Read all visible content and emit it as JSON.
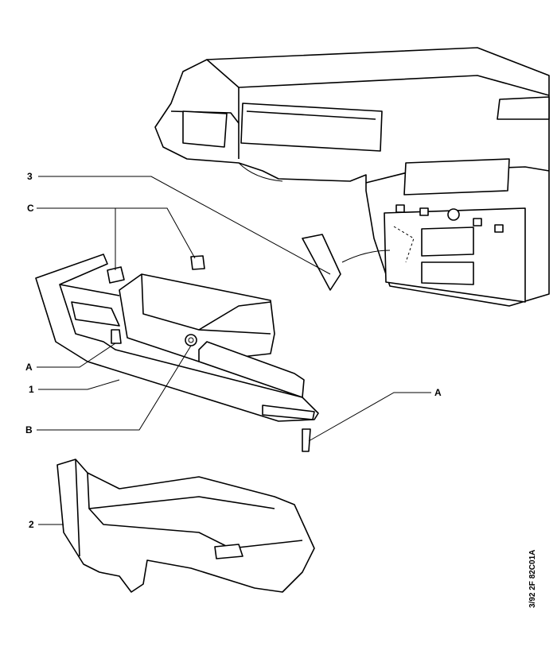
{
  "labels": {
    "part3": "3",
    "partC": "C",
    "partA_left": "A",
    "part1": "1",
    "partB": "B",
    "partA_right": "A",
    "part2": "2"
  },
  "reference_code": "3/92  2F  82C01A"
}
